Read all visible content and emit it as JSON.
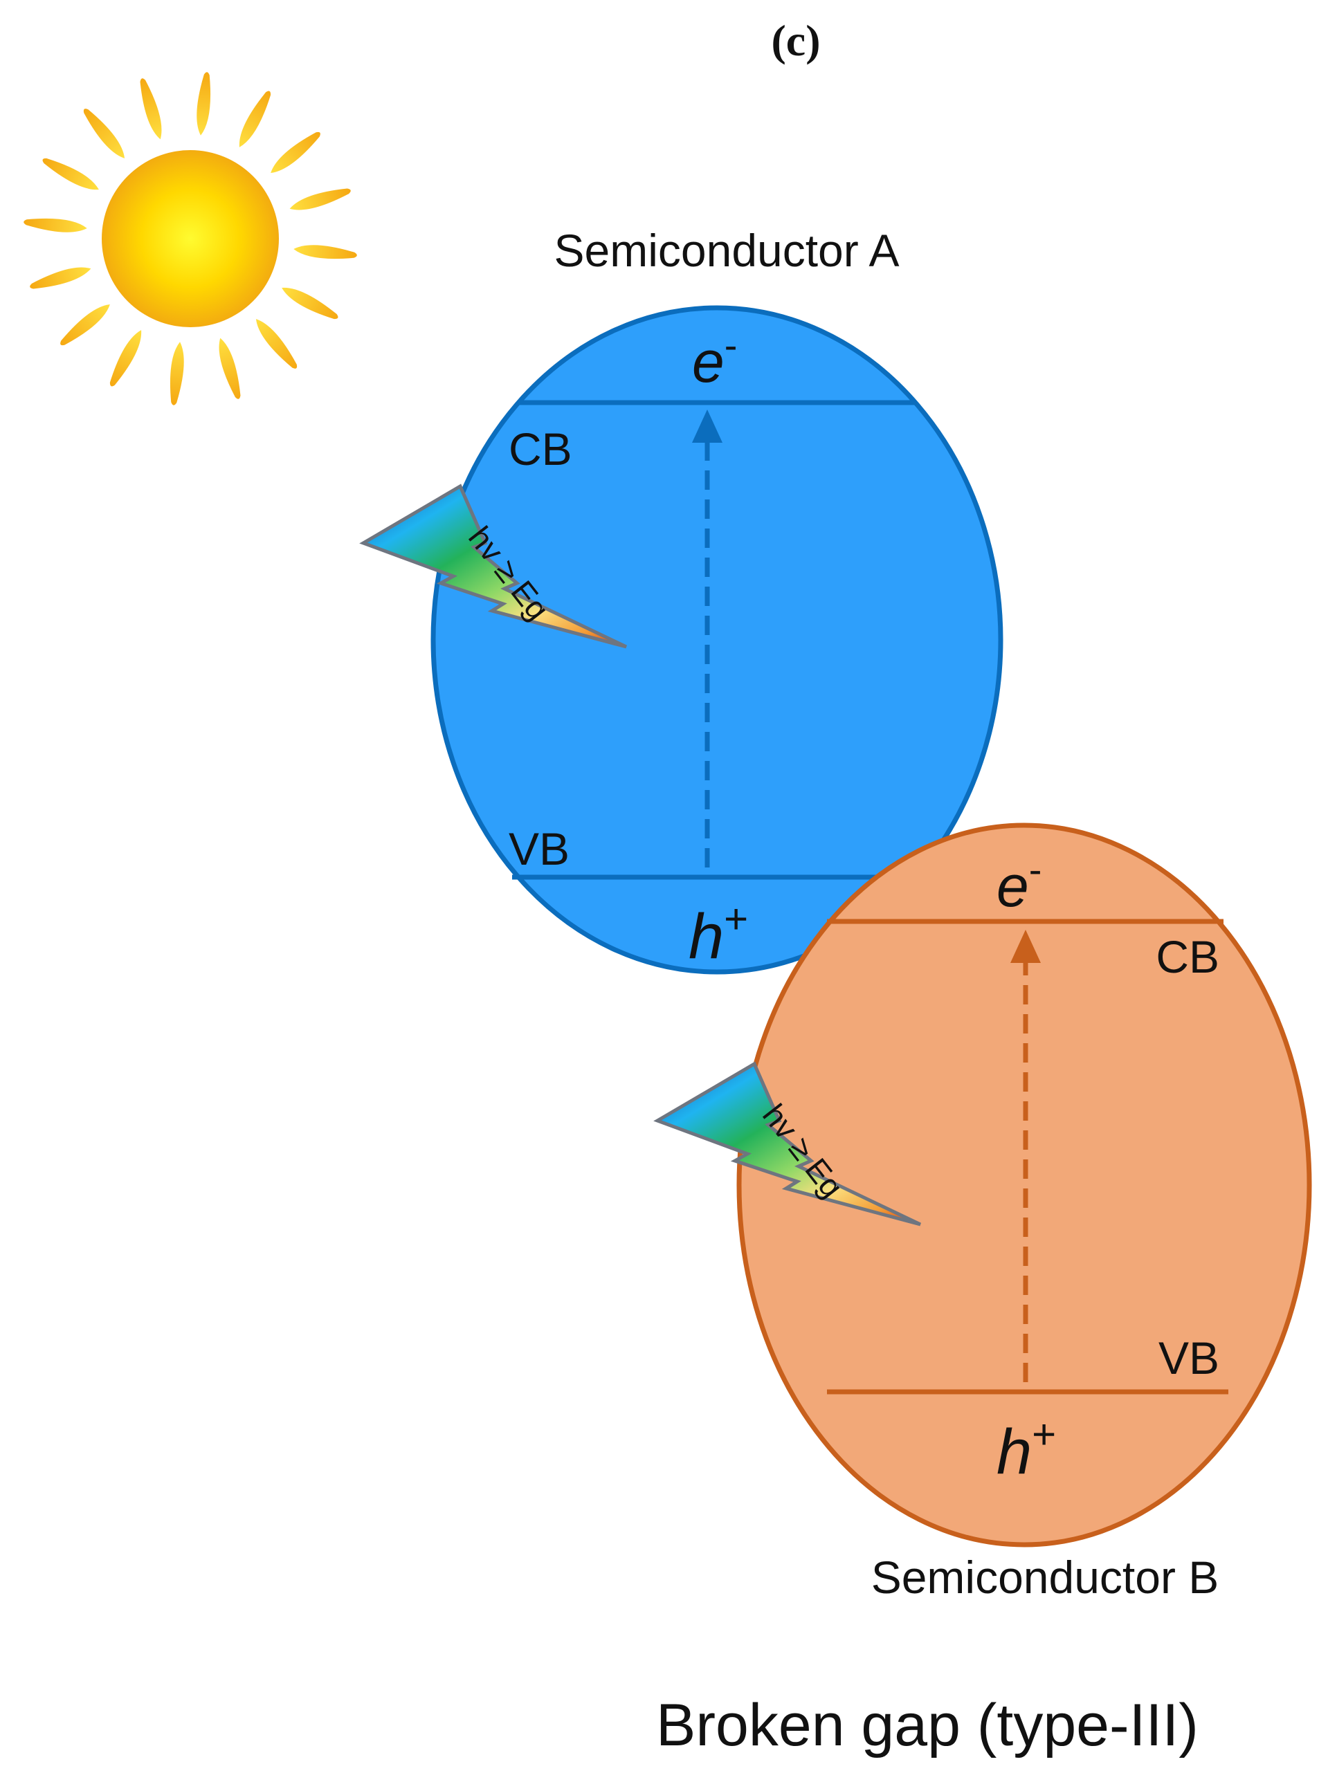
{
  "panel_label": "(c)",
  "semiconductor_a": {
    "name": "Semiconductor A",
    "cb_label": "CB",
    "vb_label": "VB",
    "electron": "e",
    "electron_sup": "-",
    "hole": "h",
    "hole_sup": "+",
    "fill_color": "#2e9ffb",
    "stroke_color": "#0b6dbd"
  },
  "semiconductor_b": {
    "name": "Semiconductor B",
    "cb_label": "CB",
    "vb_label": "VB",
    "electron": "e",
    "electron_sup": "-",
    "hole": "h",
    "hole_sup": "+",
    "fill_color": "#f2a878",
    "stroke_color": "#c8601c"
  },
  "photon_label": "hv ≥ Eg",
  "caption": "Broken gap (type-III)",
  "icons": [
    "sun-icon",
    "lightning-bolt-icon"
  ],
  "sun_color": "#f7c51e"
}
